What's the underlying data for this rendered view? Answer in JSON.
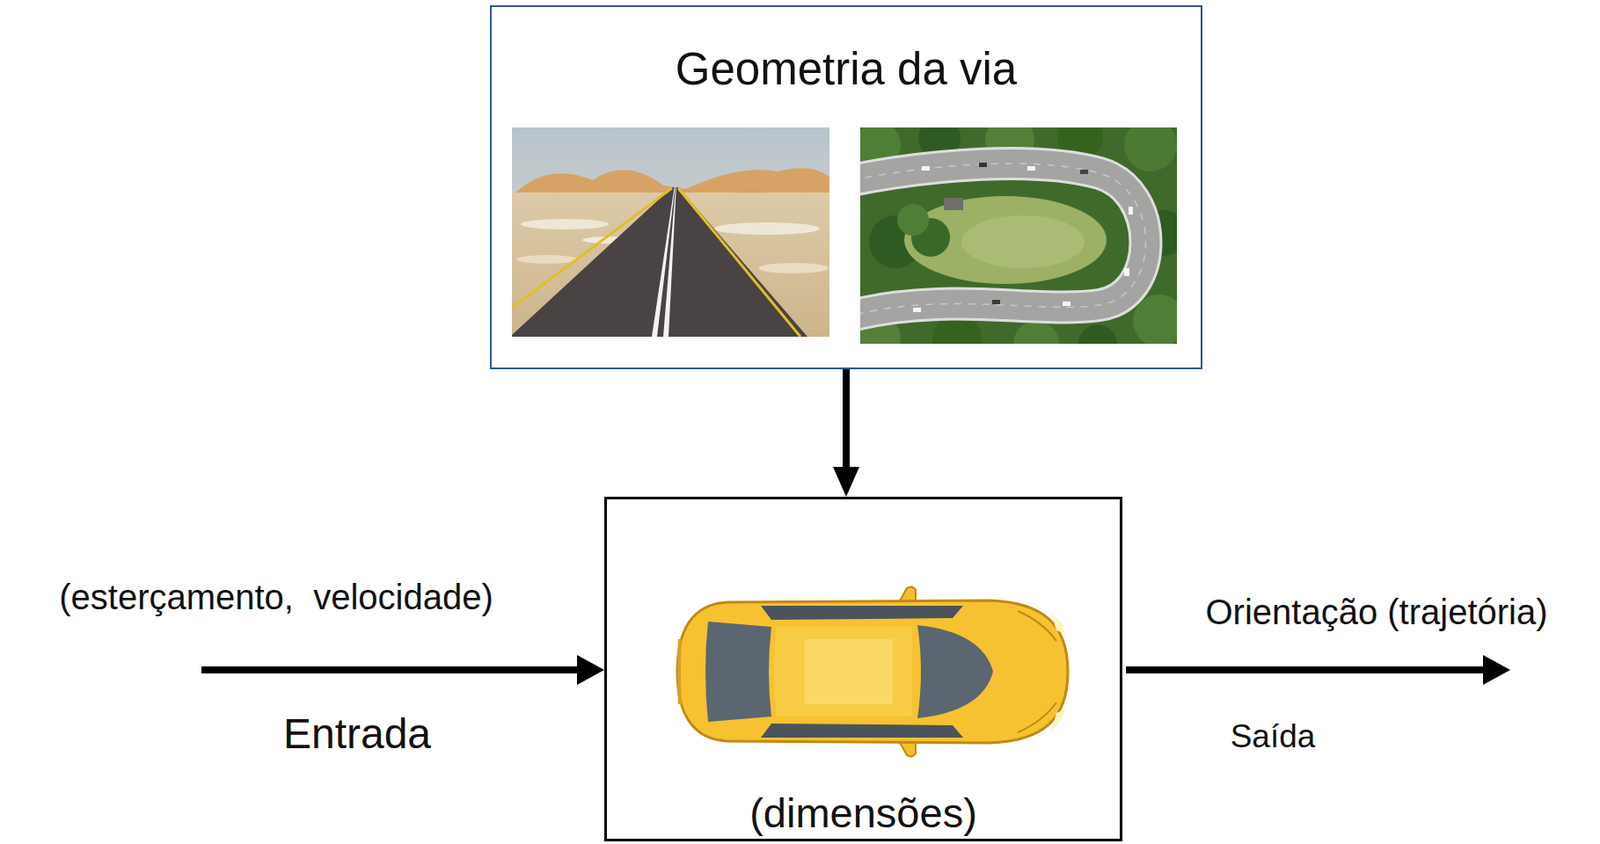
{
  "diagram": {
    "nodes": [
      {
        "text": [
          "Geometria da via"
        ]
      },
      {
        "text": [
          "(dimensões)"
        ]
      }
    ],
    "edges": [
      {
        "from": 0,
        "to": 1,
        "arrow": "to"
      }
    ],
    "labels": [
      "(esterçamento,  velocidade)",
      "Entrada",
      "Orientação (trajetória)",
      "Saída"
    ]
  }
}
